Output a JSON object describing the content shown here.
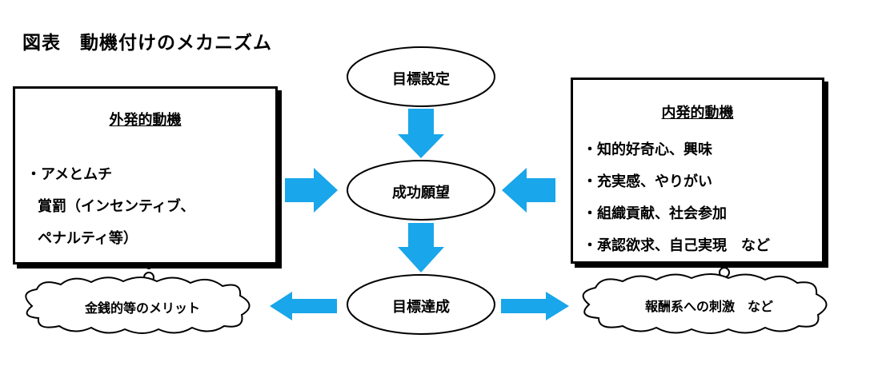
{
  "title": "図表　動機付けのメカニズム",
  "colors": {
    "arrow": "#19a6ea",
    "line": "#000000",
    "fill": "#ffffff"
  },
  "nodes": {
    "goal_setting": "目標設定",
    "success_desire": "成功願望",
    "goal_achievement": "目標達成"
  },
  "extrinsic": {
    "heading": "外発的動機",
    "lines": [
      "・アメとムチ",
      "賞罰（インセンティブ、",
      "ペナルティ等）"
    ]
  },
  "intrinsic": {
    "heading": "内発的動機",
    "lines": [
      "・知的好奇心、興味",
      "・充実感、やりがい",
      "・組織貢献、社会参加",
      "・承認欲求、自己実現　など"
    ]
  },
  "clouds": {
    "left": "金銭的等のメリット",
    "right": "報酬系への刺激　など"
  }
}
